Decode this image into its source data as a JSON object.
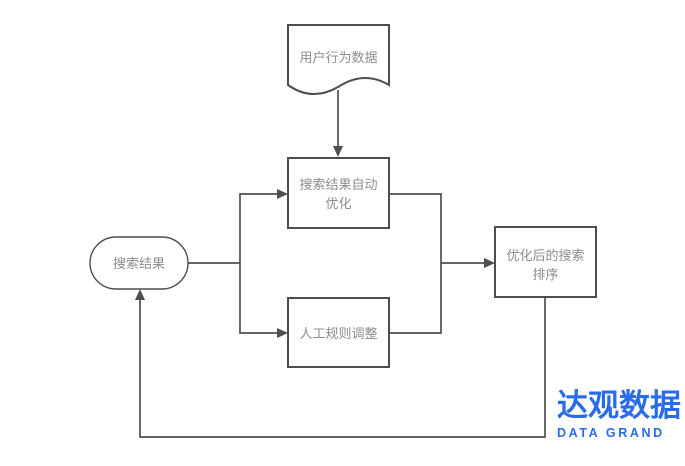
{
  "diagram": {
    "colors": {
      "node_border": "#4d4d4d",
      "line": "#4f4f4f",
      "text": "#8c8c8c",
      "background": "#ffffff"
    },
    "nodes": {
      "user_behavior_data": {
        "label": "用户行为数据",
        "shape": "document"
      },
      "auto_optimize": {
        "label_line1": "搜索结果自动",
        "label_line2": "优化",
        "shape": "rectangle"
      },
      "search_results": {
        "label": "搜索结果",
        "shape": "rounded"
      },
      "manual_rules": {
        "label": "人工规则调整",
        "shape": "rectangle"
      },
      "optimized_ranking": {
        "label_line1": "优化后的搜索",
        "label_line2": "排序",
        "shape": "rectangle"
      }
    }
  },
  "logo": {
    "brand_cn": "达观数据",
    "brand_en": "DATA GRAND",
    "color": "#2a6ce8"
  }
}
